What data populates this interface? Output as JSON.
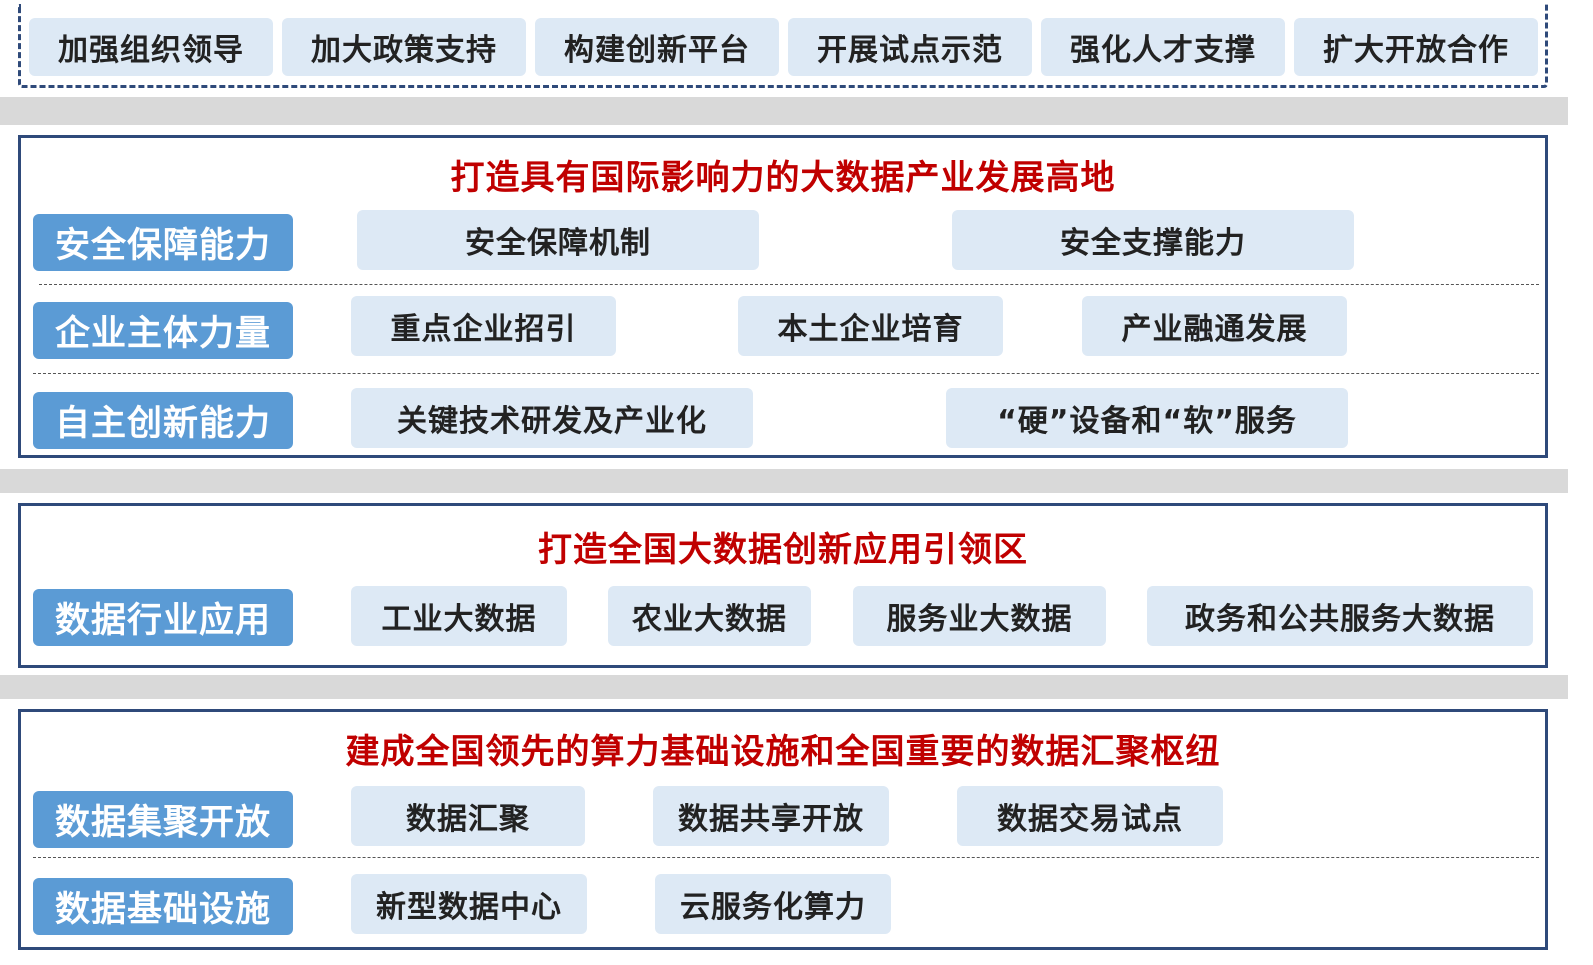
{
  "top_measures": [
    "加强组织领导",
    "加大政策支持",
    "构建创新平台",
    "开展试点示范",
    "强化人才支撑",
    "扩大开放合作"
  ],
  "panel1": {
    "title": "打造具有国际影响力的大数据产业发展高地",
    "rows": [
      {
        "label": "安全保障能力",
        "items": [
          "安全保障机制",
          "安全支撑能力"
        ]
      },
      {
        "label": "企业主体力量",
        "items": [
          "重点企业招引",
          "本土企业培育",
          "产业融通发展"
        ]
      },
      {
        "label": "自主创新能力",
        "items": [
          "关键技术研发及产业化",
          "“硬”设备和“软”服务"
        ]
      }
    ]
  },
  "panel2": {
    "title": "打造全国大数据创新应用引领区",
    "rows": [
      {
        "label": "数据行业应用",
        "items": [
          "工业大数据",
          "农业大数据",
          "服务业大数据",
          "政务和公共服务大数据"
        ]
      }
    ]
  },
  "panel3": {
    "title": "建成全国领先的算力基础设施和全国重要的数据汇聚枢纽",
    "rows": [
      {
        "label": "数据集聚开放",
        "items": [
          "数据汇聚",
          "数据共享开放",
          "数据交易试点"
        ]
      },
      {
        "label": "数据基础设施",
        "items": [
          "新型数据中心",
          "云服务化算力"
        ]
      }
    ]
  },
  "colors": {
    "panel_border": "#2f4a7a",
    "title_red": "#c00000",
    "label_blue": "#5b9bd5",
    "pill_bg": "#dde9f5",
    "band_grey": "#d9d9d9"
  }
}
